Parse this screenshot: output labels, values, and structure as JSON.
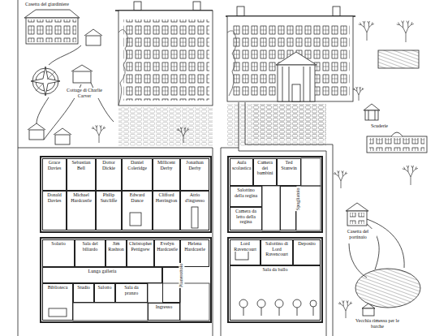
{
  "diagram": {
    "nodes": [
      {
        "text": [
          "Grace Davies"
        ]
      },
      {
        "text": [
          "Sebastian Bell"
        ]
      },
      {
        "text": [
          "Dottor Dickie"
        ]
      },
      {
        "text": [
          "Daniel Coleridge"
        ]
      },
      {
        "text": [
          "Millicent Derby"
        ]
      },
      {
        "text": [
          "Jonathan Derby"
        ]
      },
      {
        "text": [
          "Donald Davies"
        ]
      },
      {
        "text": [
          "Michael Hardcastle"
        ]
      },
      {
        "text": [
          "Philip Sutcliffe"
        ]
      },
      {
        "text": [
          "Edward Dance"
        ]
      },
      {
        "text": [
          "Clifford Herrington"
        ]
      },
      {
        "text": [
          "Atrio d'ingresso"
        ]
      },
      {
        "text": [
          "Solario"
        ]
      },
      {
        "text": [
          "Sala del biliardo"
        ]
      },
      {
        "text": [
          "Jim Rashton"
        ]
      },
      {
        "text": [
          "Christopher Pettigrew"
        ]
      },
      {
        "text": [
          "Evelyn Hardcastle"
        ]
      },
      {
        "text": [
          "Helena Hardcastle"
        ]
      },
      {
        "text": [
          "Lunga galleria"
        ]
      },
      {
        "text": [
          "Pianerottolo"
        ]
      },
      {
        "text": [
          "Biblioteca"
        ]
      },
      {
        "text": [
          "Studio"
        ]
      },
      {
        "text": [
          "Salotto"
        ]
      },
      {
        "text": [
          "Sala da pranzo"
        ]
      },
      {
        "text": [
          "Ingresso"
        ]
      },
      {
        "text": [
          "Aula scolastica"
        ]
      },
      {
        "text": [
          "Camera dei bambini"
        ]
      },
      {
        "text": [
          "Ted Stanwin"
        ]
      },
      {
        "text": [
          "Spogliatoio"
        ]
      },
      {
        "text": [
          "Salottino della regina"
        ]
      },
      {
        "text": [
          "Camera da letto della regina"
        ]
      },
      {
        "text": [
          "Lord Ravencourt"
        ]
      },
      {
        "text": [
          "Salottino di Lord Ravencourt"
        ]
      },
      {
        "text": [
          "Deposito"
        ]
      },
      {
        "text": [
          "Sala da ballo"
        ]
      }
    ],
    "labels": [
      "Casetta del giardiniere",
      "Cottage di Charlie Carver",
      "Scuderie",
      "Casetta del portinaio",
      "Vecchia rimessa per le barche"
    ]
  }
}
